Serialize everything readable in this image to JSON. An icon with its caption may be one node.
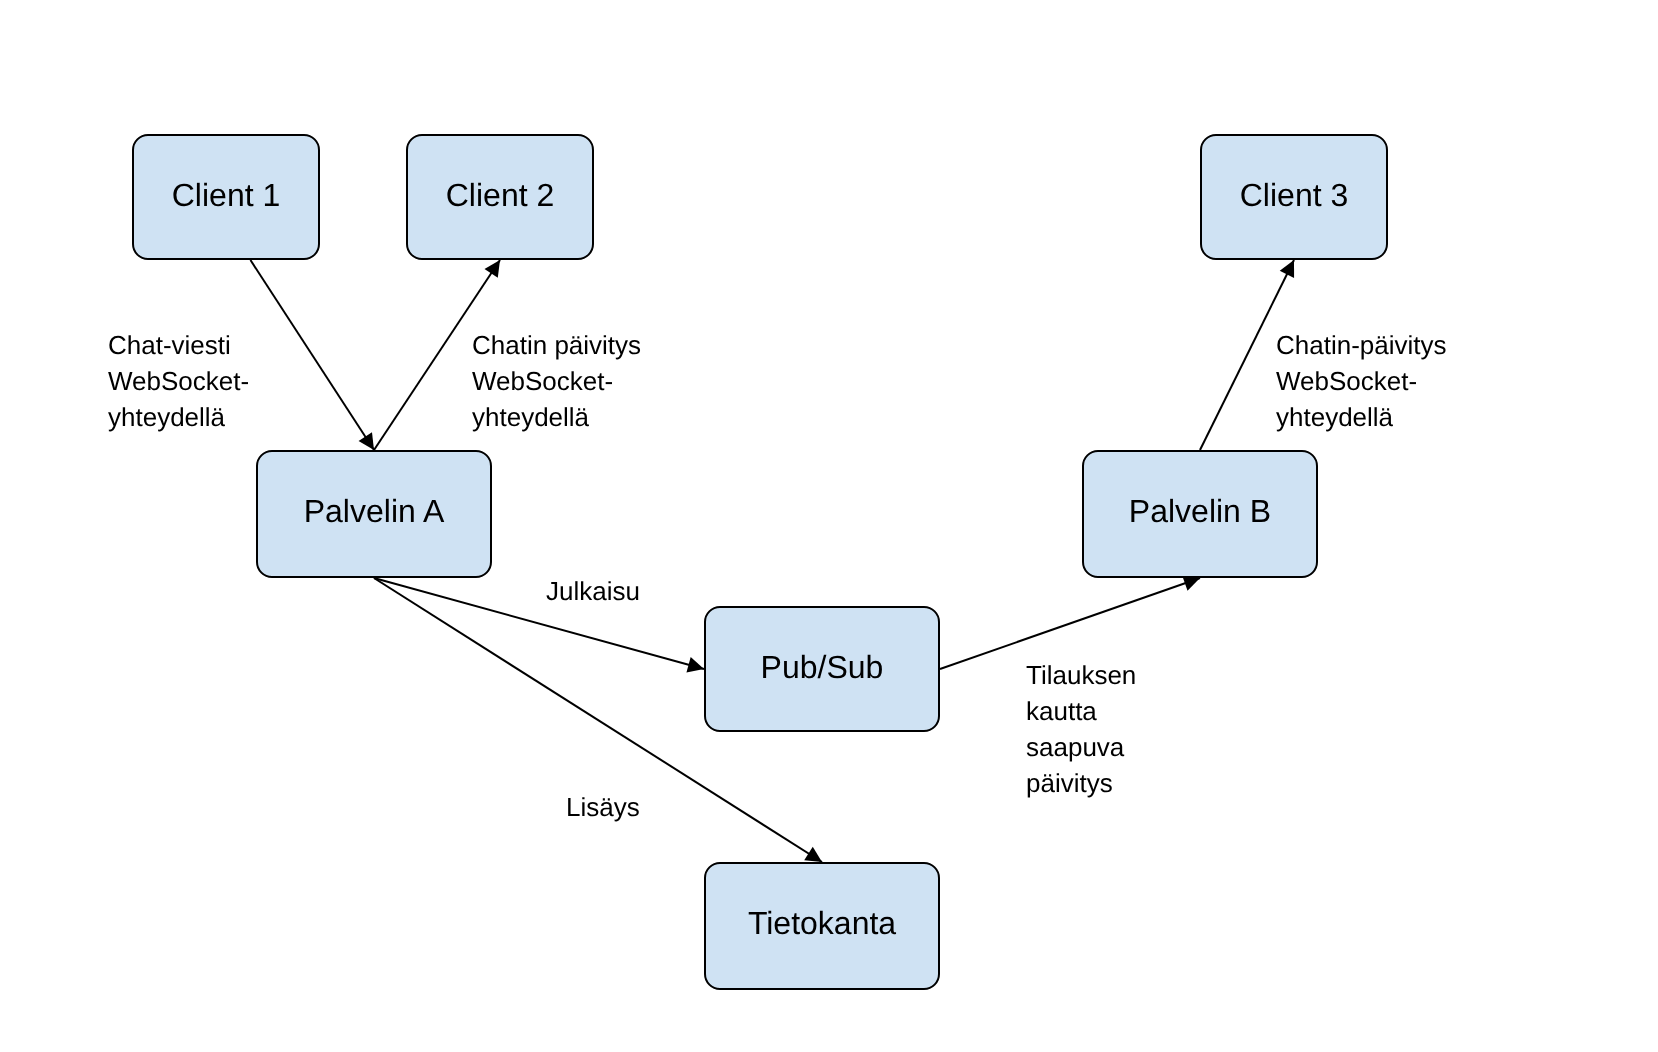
{
  "diagram": {
    "nodes": [
      {
        "text": [
          "Client 1"
        ]
      },
      {
        "text": [
          "Client 2"
        ]
      },
      {
        "text": [
          "Client 3"
        ]
      },
      {
        "text": [
          "Palvelin A"
        ]
      },
      {
        "text": [
          "Palvelin B"
        ]
      },
      {
        "text": [
          "Pub/Sub"
        ]
      },
      {
        "text": [
          "Tietokanta"
        ]
      }
    ],
    "edges": [
      {
        "from": 0,
        "to": 3,
        "arrow": "to",
        "label": "Chat-viesti WebSocket-yhteydellä"
      },
      {
        "from": 3,
        "to": 1,
        "arrow": "to",
        "label": "Chatin päivitys WebSocket-yhteydellä"
      },
      {
        "from": 3,
        "to": 5,
        "arrow": "to",
        "label": "Julkaisu"
      },
      {
        "from": 3,
        "to": 6,
        "arrow": "to",
        "label": "Lisäys"
      },
      {
        "from": 5,
        "to": 4,
        "arrow": "to",
        "label": "Tilauksen kautta saapuva päivitys"
      },
      {
        "from": 4,
        "to": 2,
        "arrow": "to",
        "label": "Chatin-päivitys WebSocket-yhteydellä"
      }
    ]
  }
}
